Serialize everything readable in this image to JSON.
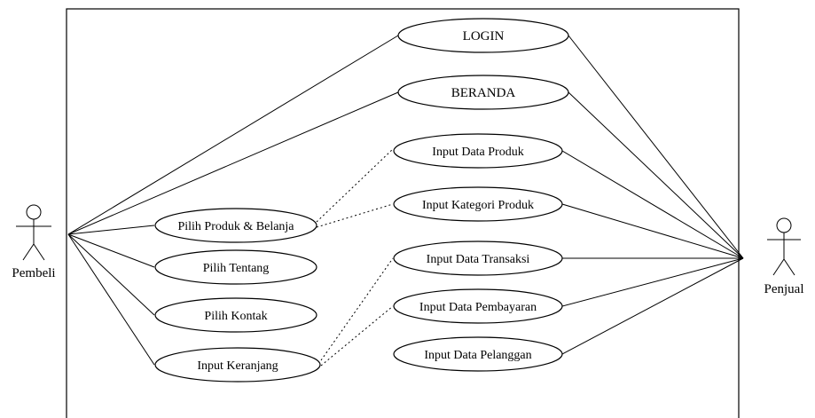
{
  "actors": {
    "left": "Pembeli",
    "right": "Penjual"
  },
  "use_cases": [
    "LOGIN",
    "BERANDA",
    "Input Data Produk",
    "Input Kategori Produk",
    "Pilih Produk & Belanja",
    "Input Data Transaksi",
    "Pilih Tentang",
    "Input Data Pembayaran",
    "Pilih Kontak",
    "Input Data Pelanggan",
    "Input Keranjang"
  ]
}
